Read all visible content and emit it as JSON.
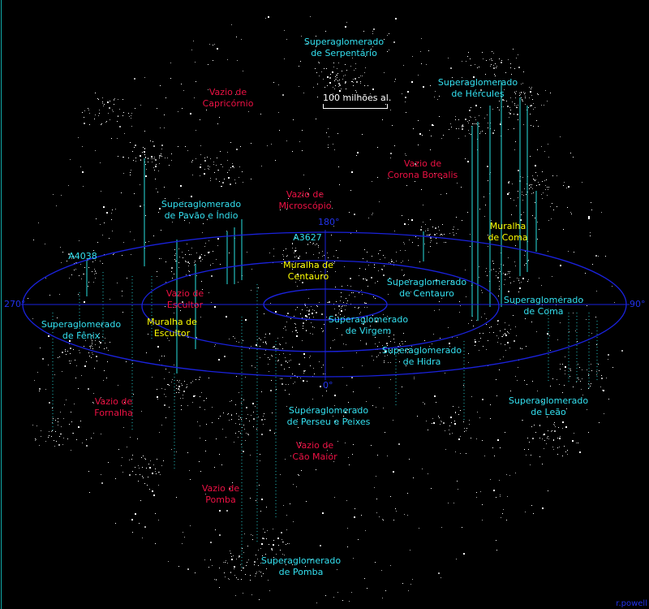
{
  "scale_label": "100 milhões al.",
  "degrees": {
    "d270": "270°",
    "d90": "90°",
    "d180": "180°",
    "d0": "0°"
  },
  "credit": "r.powell",
  "superclusters": [
    {
      "l1": "Superaglomerado",
      "l2": "de Serpentário"
    },
    {
      "l1": "Superaglomerado",
      "l2": "de Hércules"
    },
    {
      "l1": "Superaglomerado",
      "l2": "de Pavão e Índio"
    },
    {
      "l1": "Superaglomerado",
      "l2": "de Centauro"
    },
    {
      "l1": "Superaglomerado",
      "l2": "de Coma"
    },
    {
      "l1": "Superaglomerado",
      "l2": "de Fênix"
    },
    {
      "l1": "Superaglomerado",
      "l2": "de Virgem"
    },
    {
      "l1": "Superaglomerado",
      "l2": "de Hidra"
    },
    {
      "l1": "Superaglomerado",
      "l2": "de Leão"
    },
    {
      "l1": "Superaglomerado",
      "l2": "de Perseu e Peixes"
    },
    {
      "l1": "Superaglomerado",
      "l2": "de Pomba"
    }
  ],
  "voids": [
    {
      "l1": "Vazio de",
      "l2": "Capricórnio"
    },
    {
      "l1": "Vazio de",
      "l2": "Corona Borealis"
    },
    {
      "l1": "Vazio de",
      "l2": "Microscópio"
    },
    {
      "l1": "Vazio de",
      "l2": "Escultor"
    },
    {
      "l1": "Vazio de",
      "l2": "Fornalha"
    },
    {
      "l1": "Vazio de",
      "l2": "Cão Maior"
    },
    {
      "l1": "Vazio de",
      "l2": "Pomba"
    }
  ],
  "walls": [
    {
      "l1": "Muralha",
      "l2": "de Coma"
    },
    {
      "l1": "Muralha de",
      "l2": "Centauro"
    },
    {
      "l1": "Muralha de",
      "l2": "Escultor"
    }
  ],
  "clusters": {
    "a4038": "A4038",
    "a3627": "A3627"
  }
}
